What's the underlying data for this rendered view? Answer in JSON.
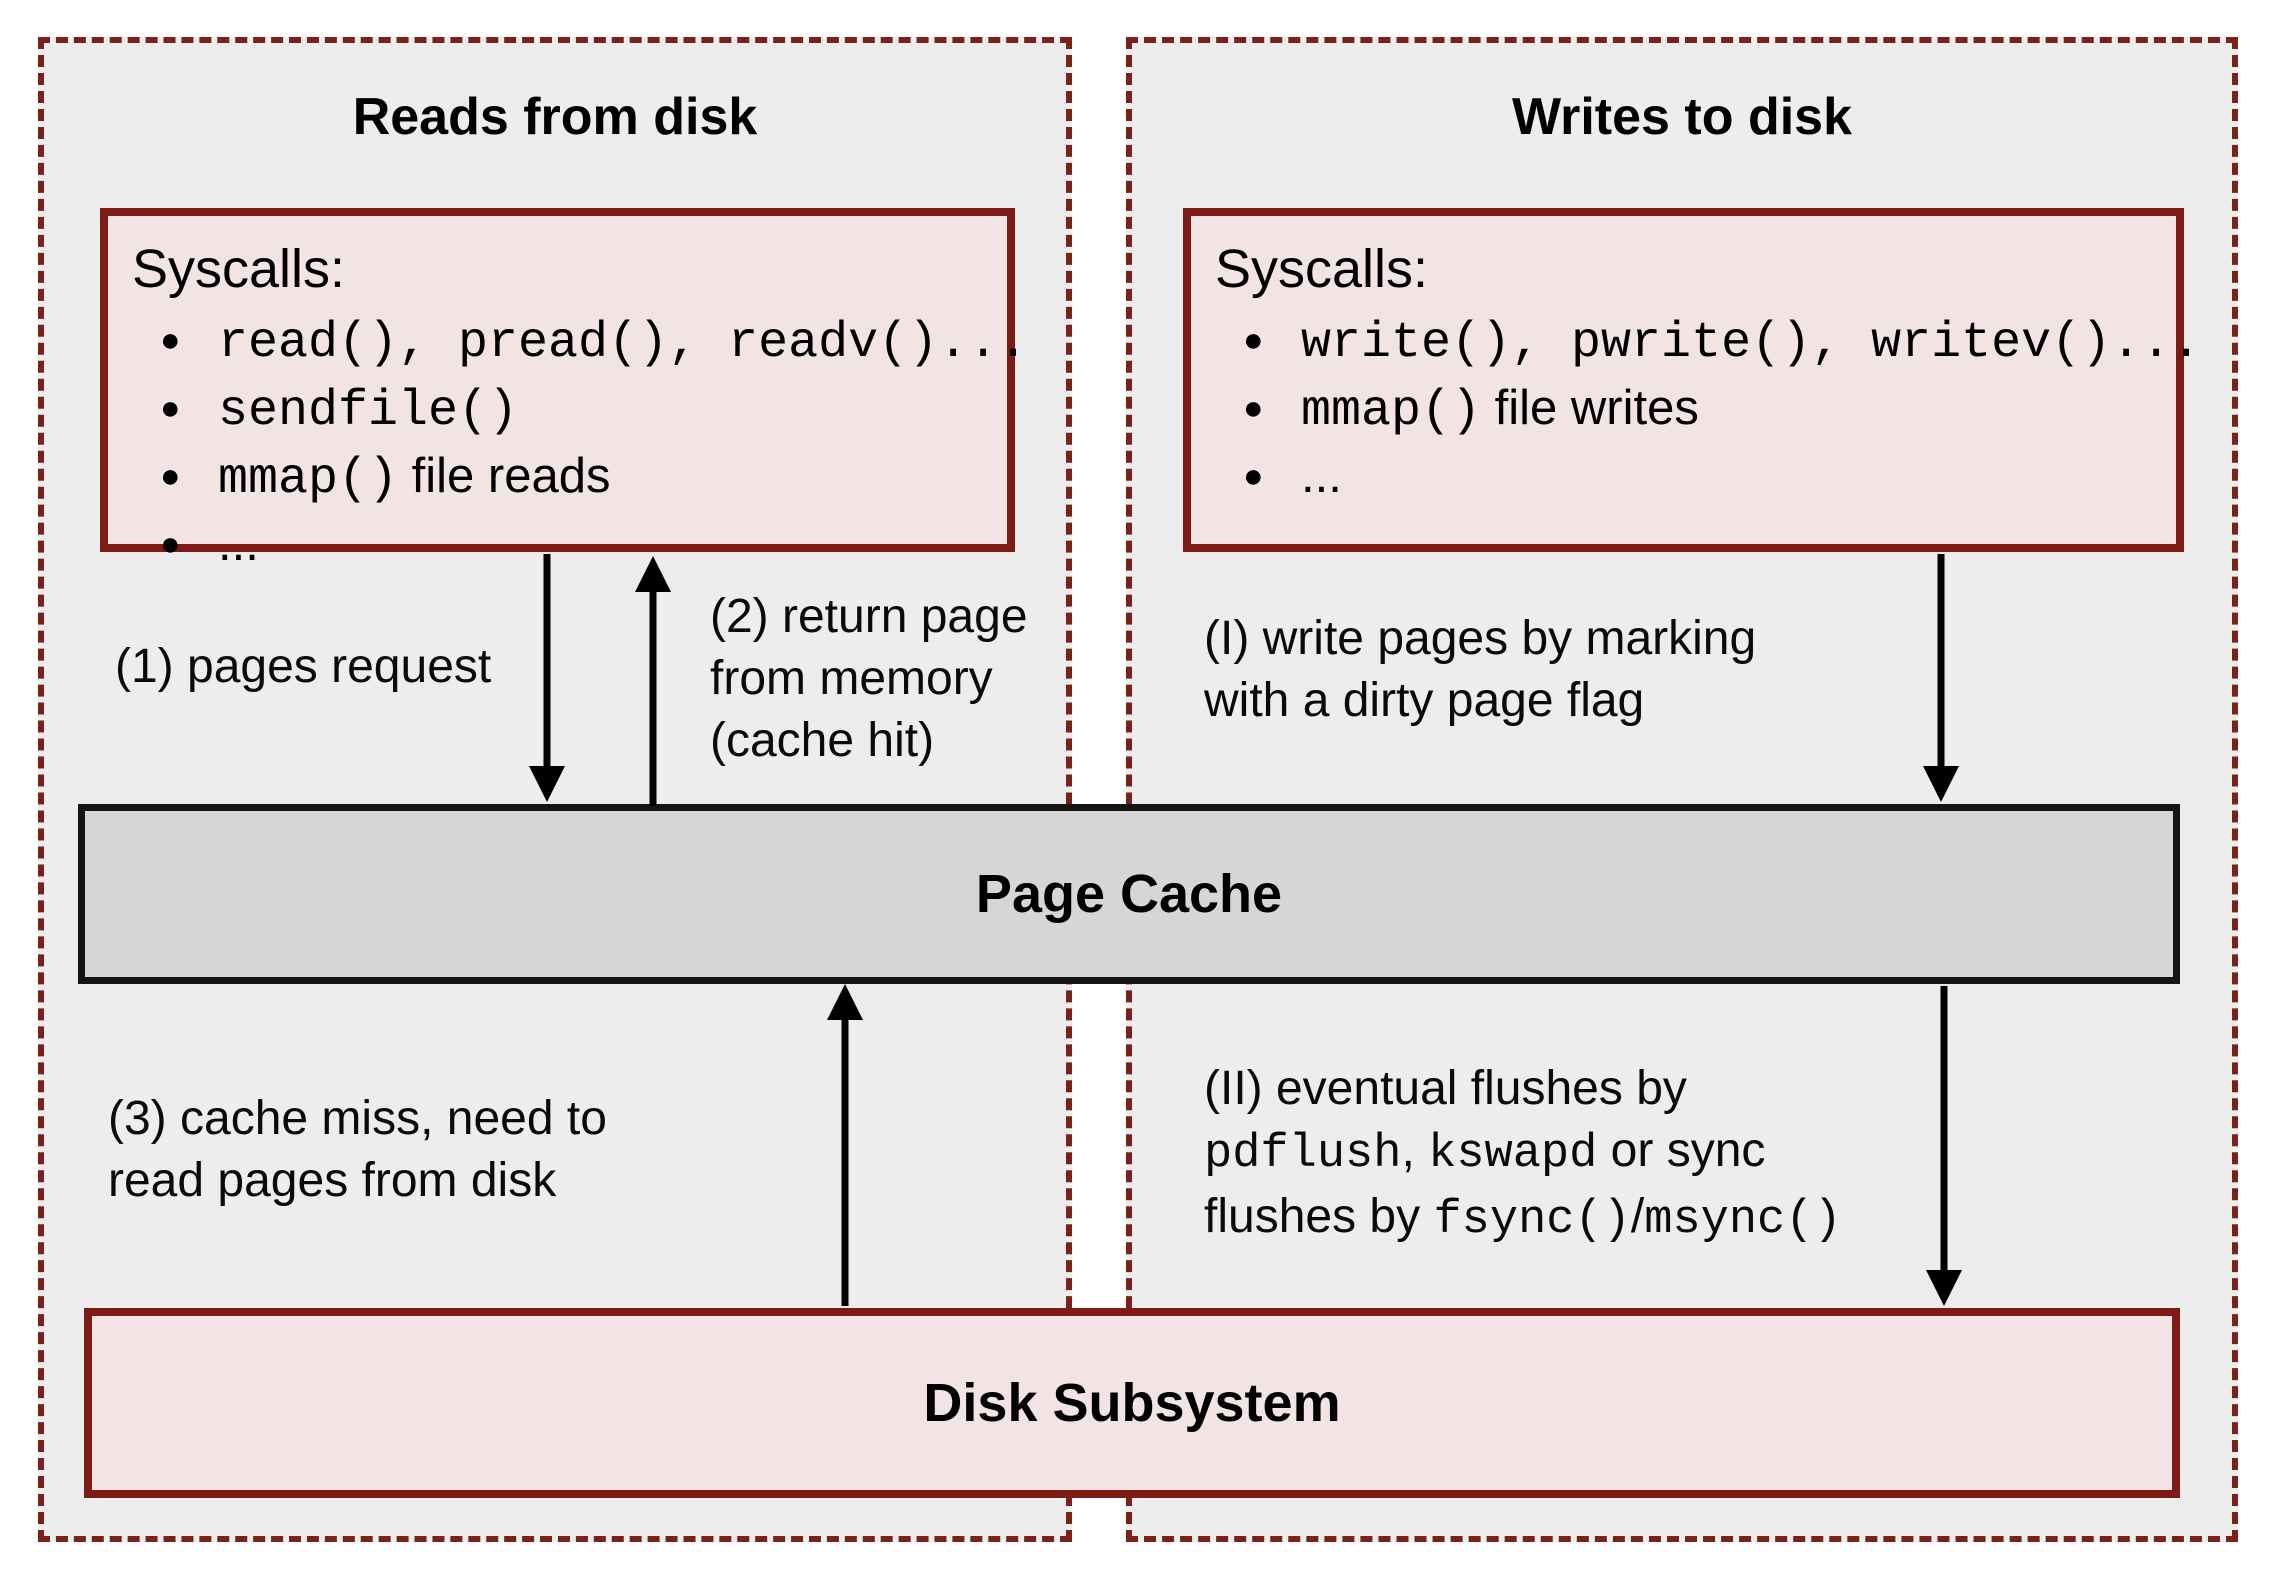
{
  "left_panel": {
    "title": "Reads from disk",
    "syscalls": {
      "heading": "Syscalls:",
      "items": [
        {
          "code": "read(), pread(), readv()...",
          "text": ""
        },
        {
          "code": "sendfile()",
          "text": ""
        },
        {
          "code": "mmap()",
          "text": " file reads"
        },
        {
          "code": "",
          "text": "..."
        }
      ]
    },
    "labels": {
      "pages_request": "(1) pages request",
      "return_page": {
        "line1": "(2) return page",
        "line2": "from memory",
        "line3": "(cache hit)"
      },
      "cache_miss": {
        "line1": "(3) cache miss, need to",
        "line2": "read pages from disk"
      }
    }
  },
  "right_panel": {
    "title": "Writes to disk",
    "syscalls": {
      "heading": "Syscalls:",
      "items": [
        {
          "code": "write(), pwrite(), writev()...",
          "text": ""
        },
        {
          "code": "mmap()",
          "text": " file writes"
        },
        {
          "code": "",
          "text": "..."
        }
      ]
    },
    "labels": {
      "write_pages": {
        "line1": "(I) write pages by marking",
        "line2": "with a dirty page flag"
      },
      "flushes": {
        "line1": "(II) eventual flushes by",
        "line2": {
          "seg0": "pdflush",
          "seg1": ", ",
          "seg2": "kswapd",
          "seg3": " or sync"
        },
        "line3": {
          "seg0": "flushes by ",
          "seg1": "fsync()",
          "seg2": "/",
          "seg3": "msync()"
        }
      }
    }
  },
  "page_cache": {
    "label": "Page Cache"
  },
  "disk_subsystem": {
    "label": "Disk Subsystem"
  },
  "colors": {
    "panel_fill": "#ededed",
    "panel_dashed_border": "#7a211c",
    "box_fill": "#f2e4e4",
    "box_border": "#7e1b16",
    "page_cache_fill": "#d6d6d6",
    "page_cache_border": "#141414",
    "arrow": "#000000",
    "text": "#000000"
  }
}
